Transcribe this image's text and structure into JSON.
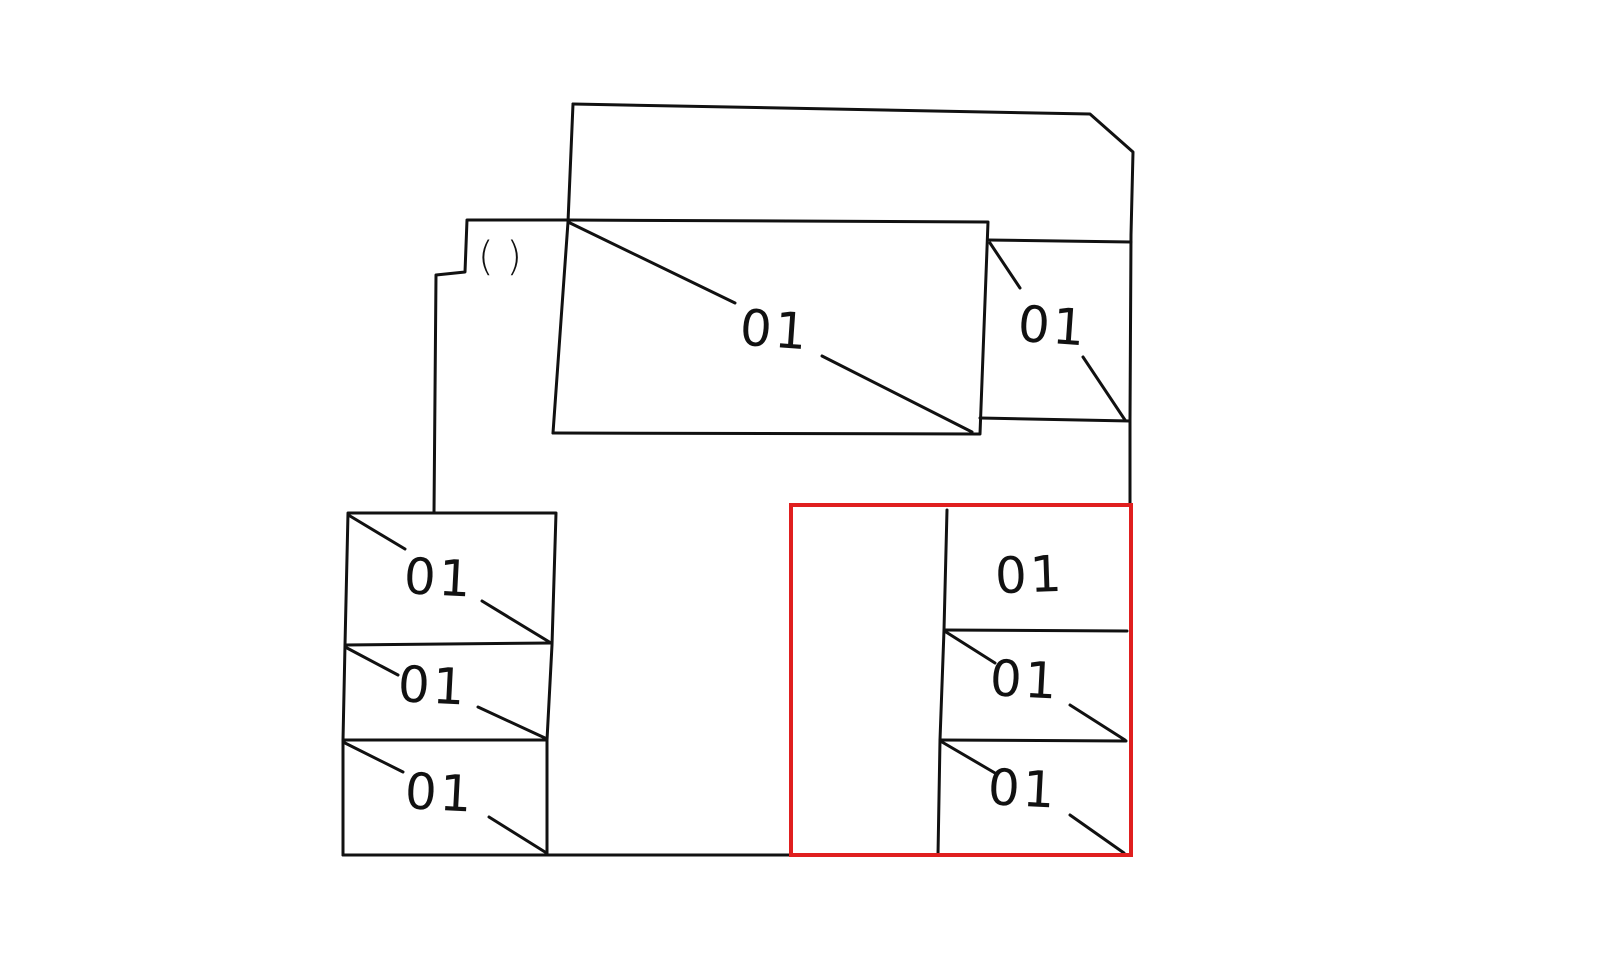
{
  "colors": {
    "ink": "#111111",
    "highlight": "#e01f1f",
    "background": "#ffffff"
  },
  "diagram": {
    "bracket_label": "( )",
    "top_panel": {
      "label": "01"
    },
    "right_upper_panel": {
      "label": "01"
    },
    "left_stack": [
      {
        "label": "01"
      },
      {
        "label": "01"
      },
      {
        "label": "01"
      }
    ],
    "right_stack": [
      {
        "label": "01"
      },
      {
        "label": "01"
      },
      {
        "label": "01"
      }
    ]
  }
}
